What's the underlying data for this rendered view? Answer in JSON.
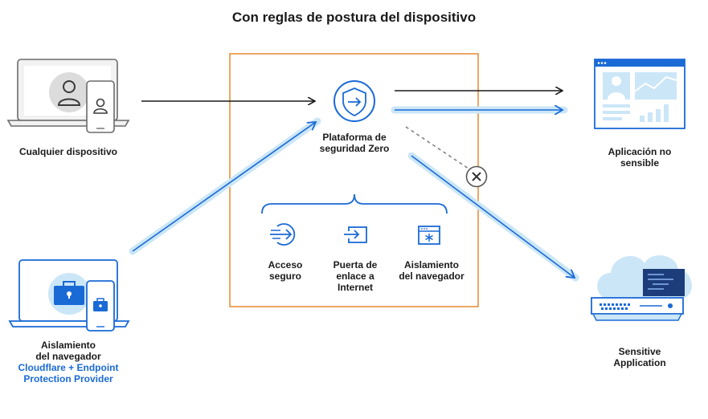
{
  "title": "Con reglas de postura del dispositivo",
  "nodes": {
    "any_device": "Cualquier dispositivo",
    "platform": [
      "Plataforma de",
      "seguridad Zero"
    ],
    "non_sensitive_app": [
      "Aplicación no",
      "sensible"
    ],
    "sensitive_app": [
      "Sensitive",
      "Application"
    ],
    "managed_device": [
      "Aislamiento",
      "del navegador"
    ],
    "managed_device_provider": [
      "Cloudflare + Endpoint",
      "Protection Provider"
    ]
  },
  "services": [
    {
      "label": [
        "Acceso",
        "seguro"
      ],
      "icon": "secure-access-icon"
    },
    {
      "label": [
        "Puerta de",
        "enlace a",
        "Internet"
      ],
      "icon": "internet-gateway-icon"
    },
    {
      "label": [
        "Aislamiento",
        "del navegador"
      ],
      "icon": "browser-isolation-icon"
    }
  ],
  "colors": {
    "accent_blue": "#1a6ad6",
    "light_blue": "#cbe6f7",
    "box_orange": "#e8913b",
    "gray": "#6b6b6b"
  }
}
